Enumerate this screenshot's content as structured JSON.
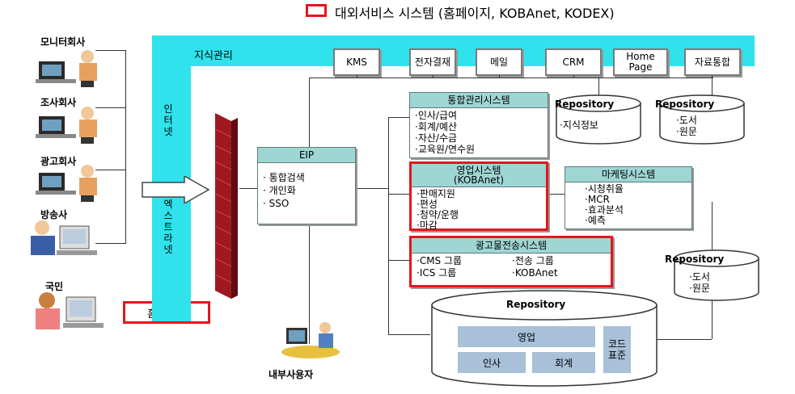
{
  "legend": {
    "text": "대외서비스 시스템 (홈페이지, KOBAnet, KODEX)"
  },
  "orgs": [
    "모니터회사",
    "조사회사",
    "광고회사",
    "방송사",
    "국민"
  ],
  "homepage_box": "홈페이지",
  "zones": {
    "knowledge": "지식관리",
    "internet": "인터넷",
    "extranet": "엑스트라넷"
  },
  "top_boxes": [
    "KMS",
    "전자결재",
    "메일",
    "CRM",
    "Home Page",
    "자료통합"
  ],
  "eip": {
    "title": "EIP",
    "items": [
      "· 통합검색",
      "· 개인화",
      "· SSO"
    ]
  },
  "integrated": {
    "title": "통합관리시스템",
    "items": [
      "·인사/급여",
      "·회계/예산",
      "·자산/수금",
      "·교육원/연수원"
    ]
  },
  "sales": {
    "title1": "영업시스템",
    "title2": "(KOBAnet)",
    "items": [
      "·판매지원",
      "·편성",
      "·청약/운행",
      "·마감"
    ]
  },
  "marketing": {
    "title": "마케팅시스템",
    "items": [
      "·시청취율",
      "·MCR",
      "·효과분석",
      "·예측"
    ]
  },
  "ad_transfer": {
    "title": "광고물전송시스템",
    "row1a": "·CMS 그룹",
    "row1b": "·전송 그룹",
    "row2a": "·ICS 그룹",
    "row2b": "·KOBAnet"
  },
  "repo1": {
    "title": "Repository",
    "items": [
      "·지식정보"
    ]
  },
  "repo2": {
    "title": "Repository",
    "items": [
      "·도서",
      "·원문"
    ]
  },
  "repo3": {
    "title": "Repository",
    "items": [
      "·도서",
      "·원문"
    ]
  },
  "repo_main": {
    "title": "Repository",
    "sales": "영업",
    "hr": "인사",
    "accounting": "회계",
    "code": "코드표준"
  },
  "internal_user": "내부사용자"
}
